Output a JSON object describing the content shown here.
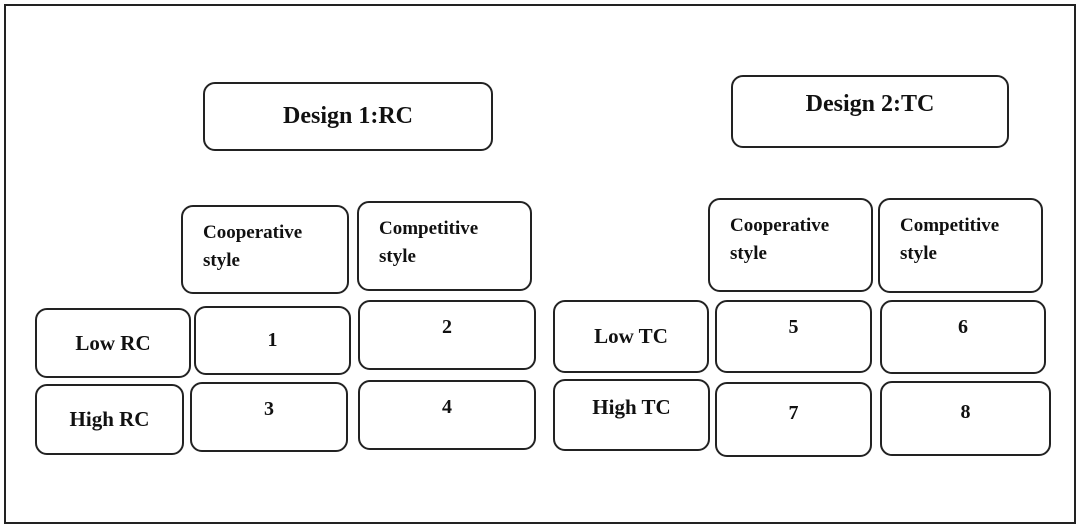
{
  "designs": [
    {
      "title": "Design 1:RC",
      "columns": [
        {
          "line1": "Cooperative",
          "line2": "style"
        },
        {
          "line1": "Competitive",
          "line2": "style"
        }
      ],
      "rows": [
        {
          "label": "Low RC",
          "cells": [
            "1",
            "2"
          ]
        },
        {
          "label": "High RC",
          "cells": [
            "3",
            "4"
          ]
        }
      ]
    },
    {
      "title": "Design 2:TC",
      "columns": [
        {
          "line1": "Cooperative",
          "line2": "style"
        },
        {
          "line1": "Competitive",
          "line2": "style"
        }
      ],
      "rows": [
        {
          "label": "Low TC",
          "cells": [
            "5",
            "6"
          ]
        },
        {
          "label": "High TC",
          "cells": [
            "7",
            "8"
          ]
        }
      ]
    }
  ]
}
